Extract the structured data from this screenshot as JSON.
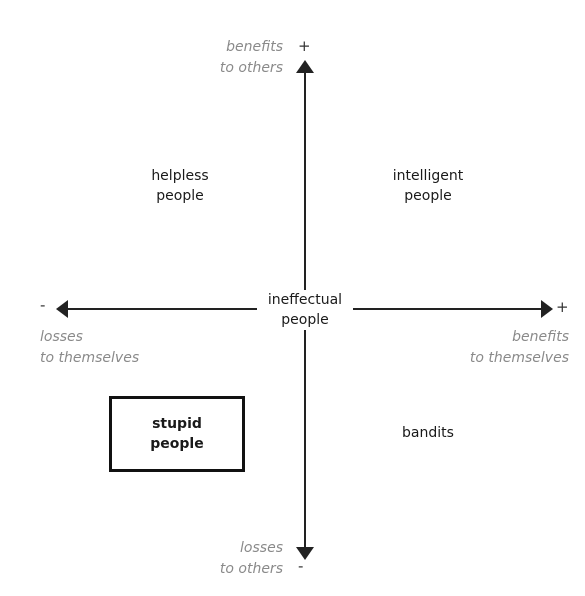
{
  "quadrants": {
    "top_left": [
      "helpless",
      "people"
    ],
    "top_right": [
      "intelligent",
      "people"
    ],
    "center": [
      "ineffectual",
      "people"
    ],
    "bottom_left": [
      "stupid",
      "people"
    ],
    "bottom_right": [
      "bandits"
    ]
  },
  "axes": {
    "y_positive": {
      "line1": "benefits",
      "line2": "to others",
      "sign": "+"
    },
    "y_negative": {
      "line1": "losses",
      "line2": "to others",
      "sign": "-"
    },
    "x_negative": {
      "line1": "losses",
      "line2": "to themselves",
      "sign": "-"
    },
    "x_positive": {
      "line1": "benefits",
      "line2": "to themselves",
      "sign": "+"
    }
  },
  "colors": {
    "line": "#111111",
    "axis_note": "#8a8a8a",
    "text": "#1a1a1a"
  }
}
